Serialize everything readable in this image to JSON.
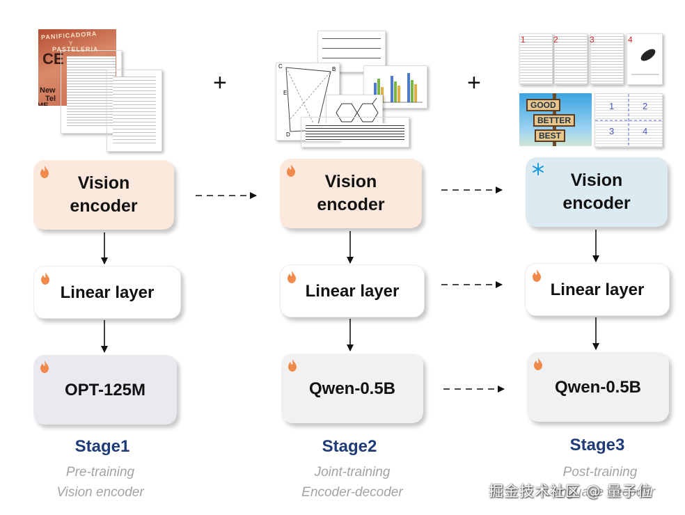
{
  "stages": [
    {
      "name": "Stage1",
      "subtitle": "Pre-training\nVision encoder",
      "encoder_label": "Vision\nencoder",
      "linear_label": "Linear layer",
      "lm_label": "OPT-125M",
      "encoder_icon": "flame-icon"
    },
    {
      "name": "Stage2",
      "subtitle": "Joint-training\nEncoder-decoder",
      "encoder_label": "Vision\nencoder",
      "linear_label": "Linear layer",
      "lm_label": "Qwen-0.5B",
      "encoder_icon": "flame-icon"
    },
    {
      "name": "Stage3",
      "subtitle": "Post-training\nLanguage decoder",
      "encoder_label": "Vision\nencoder",
      "linear_label": "Linear layer",
      "lm_label": "Qwen-0.5B",
      "encoder_icon": "snowflake-icon"
    }
  ],
  "plus_symbol": "+",
  "thumbnails": {
    "stage1_banner": [
      "PANIFICADORA",
      "Y",
      "PASTELERIA",
      "CE",
      "New",
      "Tel",
      "ME"
    ],
    "stage2_diagram_letters": [
      "C",
      "B",
      "E",
      "D"
    ],
    "stage3_page_numbers": [
      "1",
      "2",
      "3",
      "4"
    ],
    "stage3_signs": [
      "GOOD",
      "BETTER",
      "BEST"
    ],
    "stage3_quadrants": [
      "1",
      "2",
      "3",
      "4"
    ]
  },
  "watermark": "掘金技术社区 @ 量子位",
  "colors": {
    "encoder_trainable": "#fce8dc",
    "encoder_frozen": "#dcebf1",
    "lm_stage1": "#ebe9f0",
    "lm_other": "#f1f1f1",
    "stage_title": "#1f3b78",
    "subtitle": "#a3a3a3",
    "flame": "#f08a4b",
    "snowflake": "#1e9be0",
    "page_number": "#e02020"
  }
}
